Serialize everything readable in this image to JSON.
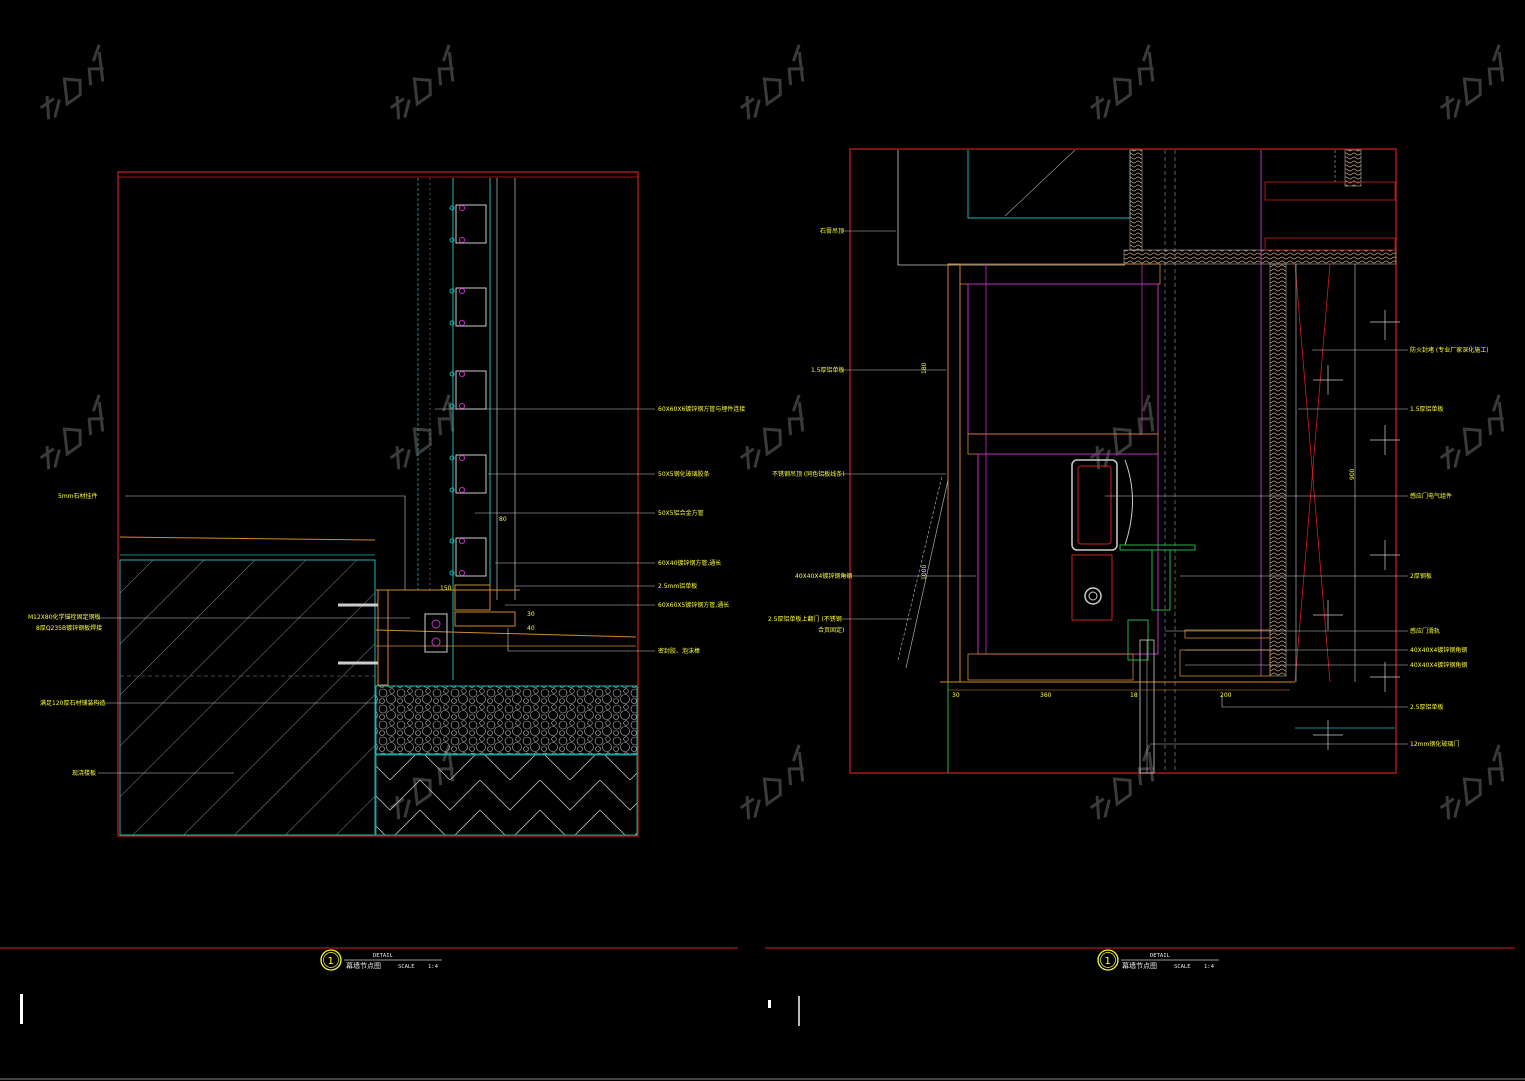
{
  "left_detail": {
    "labels": [
      "60X60X6镀锌钢方管与埋件连接",
      "50X5钢化玻璃胶条",
      "50X5铝合金方管",
      "60X40镀锌钢方管,通长",
      "2.5mm铝单板",
      "60X60X5镀锌钢方管,通长",
      "密封胶、泡沫棒",
      "5mm石材挂件",
      "M12X80化学锚栓固定钢板",
      "8厚Q235B镀锌钢板焊接",
      "满足120厚石材铺装构造",
      "现浇楼板"
    ],
    "dims": [
      "80",
      "30",
      "40",
      "150"
    ],
    "title": {
      "number": "1",
      "header": "DETAIL",
      "name": "幕墙节点图",
      "scale_label": "SCALE",
      "scale_value": "1:4"
    }
  },
  "right_detail": {
    "labels": [
      "石膏吊顶",
      "1.5厚铝单板",
      "不锈钢吊顶 (同色铝板线条)",
      "40X40X4镀锌钢角钢",
      "2.5厚铝单板上翻门 (不锈钢",
      "合页固定)",
      "防火封堵 (专业厂家深化施工)",
      "1.5厚铝单板",
      "感应门电气组件",
      "2厚钢板",
      "感应门滑轨",
      "40X40X4镀锌钢角钢",
      "40X40X4镀锌钢角钢",
      "2.5厚铝单板",
      "12mm钢化玻璃门"
    ],
    "dims": [
      "30",
      "360",
      "18",
      "200",
      "180",
      "1000",
      "900"
    ],
    "title": {
      "number": "1",
      "header": "DETAIL",
      "name": "幕墙节点图",
      "scale_label": "SCALE",
      "scale_value": "1:4"
    }
  },
  "watermark": "知末网",
  "colors": {
    "background": "#000000",
    "frame": "#cc1f1f",
    "text": "#ffff33",
    "cyan": "#1fb5b5",
    "magenta": "#c030c0",
    "orange": "#d08a2a"
  }
}
